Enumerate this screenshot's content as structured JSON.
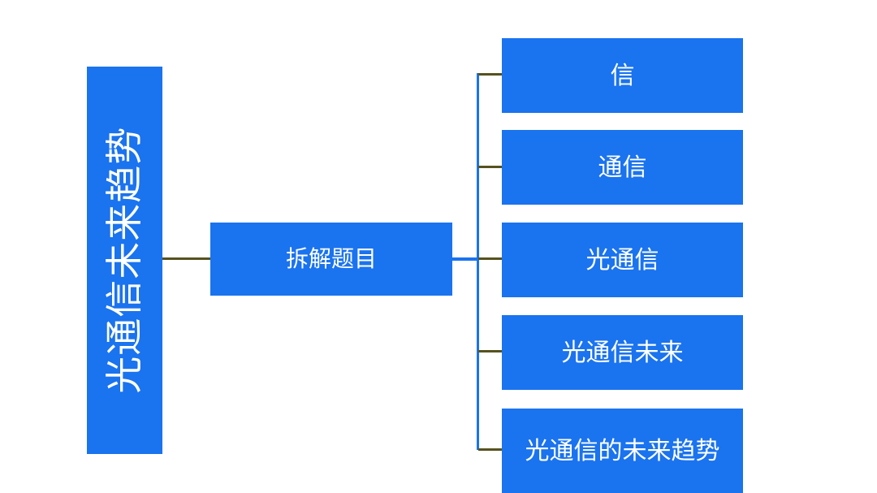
{
  "diagram": {
    "type": "horizontal-tree-mindmap",
    "title_text": "光通信未来趋势",
    "background_color": "#ffffff",
    "node_fill_color": "#1a73ef",
    "node_text_color": "#ffffff",
    "connector_color_primary": "#1a73ef",
    "connector_color_secondary": "#56521f",
    "root": {
      "label": "光通信未来趋势",
      "orientation": "vertical-rotated-ccw"
    },
    "branch": {
      "label": "拆解题目"
    },
    "leaves": [
      {
        "label": "信"
      },
      {
        "label": "通信"
      },
      {
        "label": "光通信"
      },
      {
        "label": "光通信未来"
      },
      {
        "label": "光通信的未来趋势"
      }
    ]
  }
}
